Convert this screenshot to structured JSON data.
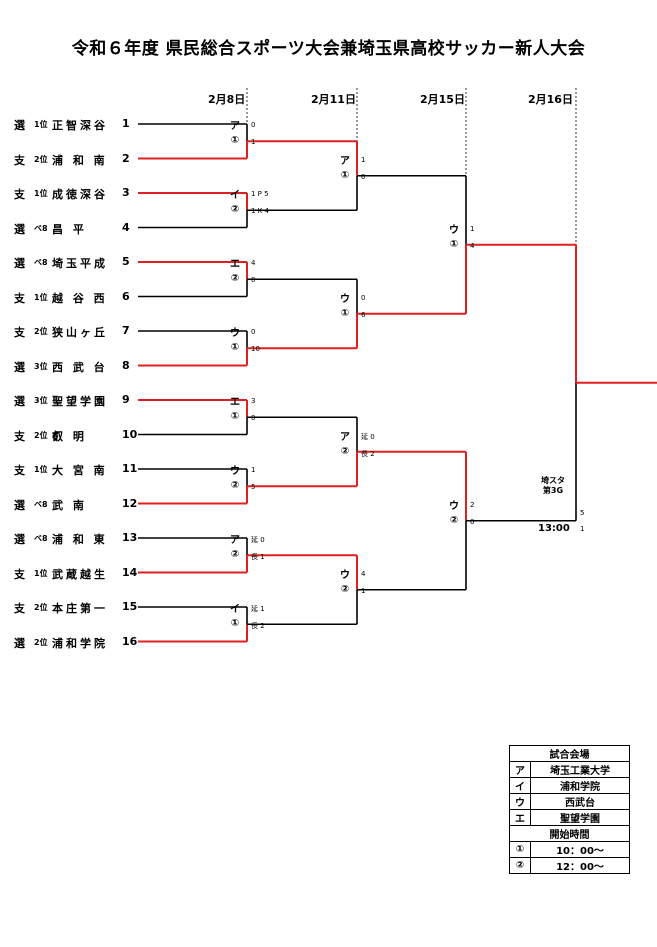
{
  "title": "令和６年度 県民総合スポーツ大会兼埼玉県高校サッカー新人大会",
  "dates": [
    "2月8日",
    "2月11日",
    "2月15日",
    "2月16日"
  ],
  "teams": [
    {
      "region": "選",
      "rank": "1位",
      "name": "正智深谷",
      "num": "1"
    },
    {
      "region": "支",
      "rank": "2位",
      "name": "浦 和 南",
      "num": "2"
    },
    {
      "region": "支",
      "rank": "1位",
      "name": "成徳深谷",
      "num": "3"
    },
    {
      "region": "選",
      "rank": "ベ8",
      "name": "昌   平",
      "num": "4"
    },
    {
      "region": "選",
      "rank": "ベ8",
      "name": "埼玉平成",
      "num": "5"
    },
    {
      "region": "支",
      "rank": "1位",
      "name": "越 谷 西",
      "num": "6"
    },
    {
      "region": "支",
      "rank": "2位",
      "name": "狭山ヶ丘",
      "num": "7"
    },
    {
      "region": "選",
      "rank": "3位",
      "name": "西 武 台",
      "num": "8"
    },
    {
      "region": "選",
      "rank": "3位",
      "name": "聖望学園",
      "num": "9"
    },
    {
      "region": "支",
      "rank": "2位",
      "name": "叡   明",
      "num": "10"
    },
    {
      "region": "支",
      "rank": "1位",
      "name": "大 宮 南",
      "num": "11"
    },
    {
      "region": "選",
      "rank": "ベ8",
      "name": "武   南",
      "num": "12"
    },
    {
      "region": "選",
      "rank": "ベ8",
      "name": "浦 和 東",
      "num": "13"
    },
    {
      "region": "支",
      "rank": "1位",
      "name": "武蔵越生",
      "num": "14"
    },
    {
      "region": "支",
      "rank": "2位",
      "name": "本庄第一",
      "num": "15"
    },
    {
      "region": "選",
      "rank": "2位",
      "name": "浦和学院",
      "num": "16"
    }
  ],
  "round1": [
    {
      "venue": "ア",
      "slot": "①",
      "top": "0",
      "bottom": "1"
    },
    {
      "venue": "イ",
      "slot": "②",
      "top": "1 P 5",
      "bottom": "1 K 4"
    },
    {
      "venue": "エ",
      "slot": "②",
      "top": "4",
      "bottom": "0"
    },
    {
      "venue": "ウ",
      "slot": "①",
      "top": "0",
      "bottom": "10"
    },
    {
      "venue": "エ",
      "slot": "①",
      "top": "3",
      "bottom": "0"
    },
    {
      "venue": "ウ",
      "slot": "②",
      "top": "1",
      "bottom": "5"
    },
    {
      "venue": "ア",
      "slot": "②",
      "top": "延 0",
      "bottom": "長 1"
    },
    {
      "venue": "イ",
      "slot": "①",
      "top": "延 1",
      "bottom": "長 2"
    }
  ],
  "round2": [
    {
      "venue": "ア",
      "slot": "①",
      "top": "1",
      "bottom": "0"
    },
    {
      "venue": "ウ",
      "slot": "①",
      "top": "0",
      "bottom": "6"
    },
    {
      "venue": "ア",
      "slot": "②",
      "top": "延 0",
      "bottom": "長 2"
    },
    {
      "venue": "ウ",
      "slot": "②",
      "top": "4",
      "bottom": "1"
    }
  ],
  "semis": [
    {
      "venue": "ウ",
      "slot": "①",
      "top": "1",
      "bottom": "4"
    },
    {
      "venue": "ウ",
      "slot": "②",
      "top": "2",
      "bottom": "0"
    }
  ],
  "final": {
    "venue_line1": "埼スタ",
    "venue_line2": "第3G",
    "time": "13:00",
    "top": "5",
    "bottom": "1"
  },
  "legend": {
    "venue_header": "試合会場",
    "venues": [
      {
        "key": "ア",
        "name": "埼玉工業大学"
      },
      {
        "key": "イ",
        "name": "浦和学院"
      },
      {
        "key": "ウ",
        "name": "西武台"
      },
      {
        "key": "エ",
        "name": "聖望学園"
      }
    ],
    "time_header": "開始時間",
    "times": [
      {
        "key": "①",
        "time": "10：00～"
      },
      {
        "key": "②",
        "time": "12：00～"
      }
    ]
  },
  "colors": {
    "win": "#e02020",
    "line": "#000000"
  }
}
